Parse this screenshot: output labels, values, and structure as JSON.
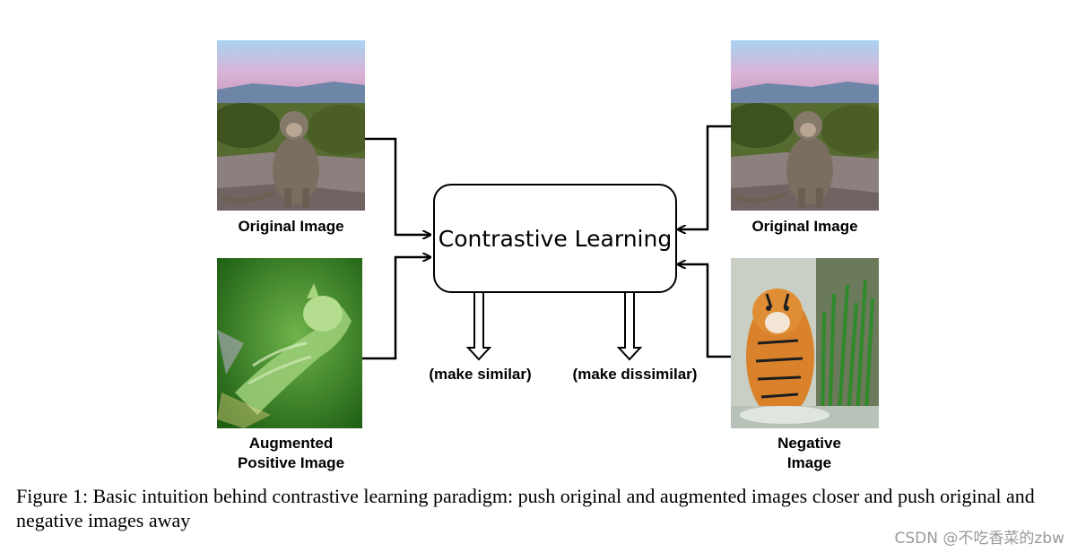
{
  "images": {
    "left_top_label": "Original Image",
    "left_bottom_label_line1": "Augmented",
    "left_bottom_label_line2": "Positive Image",
    "right_top_label": "Original Image",
    "right_bottom_label_line1": "Negative",
    "right_bottom_label_line2": "Image"
  },
  "center": {
    "box_label": "Contrastive Learning",
    "arrow_left_label": "(make similar)",
    "arrow_right_label": "(make dissimilar)"
  },
  "caption": "Figure 1: Basic intuition behind contrastive learning paradigm: push original and augmented images closer and push original and negative images away",
  "watermark": "CSDN @不吃香菜的zbw",
  "colors": {
    "line": "#000000",
    "sky": "#b9c9e8",
    "dusk": "#d9a8c8",
    "forest": "#4a5a2a",
    "rock": "#8a7e7a",
    "monkey": "#7a6e60",
    "aug_green": "#2f7a1e",
    "tiger": "#d9822b",
    "grass": "#2f8a2a"
  }
}
